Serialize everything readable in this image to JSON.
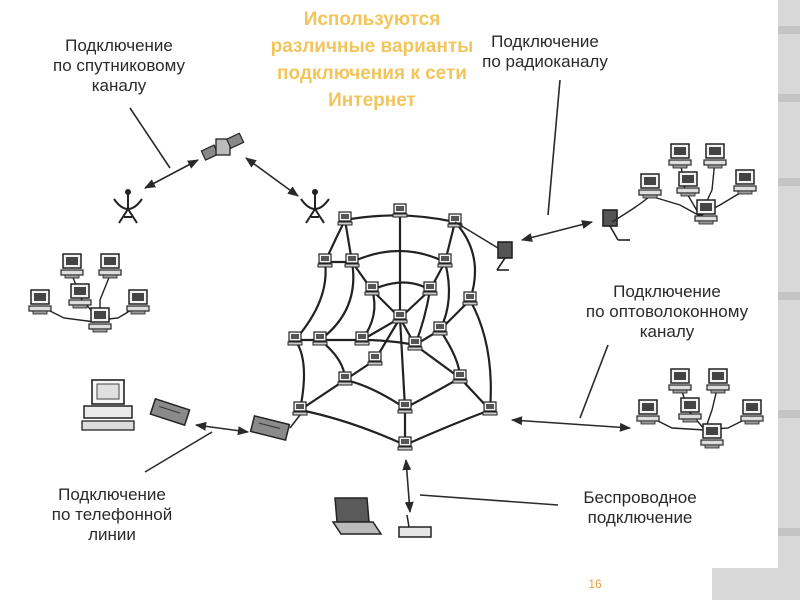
{
  "slide": {
    "title": "Используются различные варианты подключения к сети Интернет",
    "page_number": "16"
  },
  "labels": {
    "satellite": "Подключение\nпо спутниковому\nканалу",
    "radio": "Подключение\nпо радиоканалу",
    "fiber": "Подключение\nпо оптоволоконному\nканалу",
    "phone": "Подключение\nпо телефонной\nлинии",
    "wireless": "Беспроводное\nподключение"
  },
  "colors": {
    "title": "#f2c55c",
    "page_number": "#e1a244",
    "ink": "#2a2a2a",
    "band": "#d8d8d8"
  },
  "icons": [
    "satellite-dish-icon",
    "satellite-icon",
    "computer-icon",
    "modem-icon",
    "radio-antenna-icon",
    "laptop-icon",
    "wireless-router-icon",
    "network-node-icon"
  ]
}
